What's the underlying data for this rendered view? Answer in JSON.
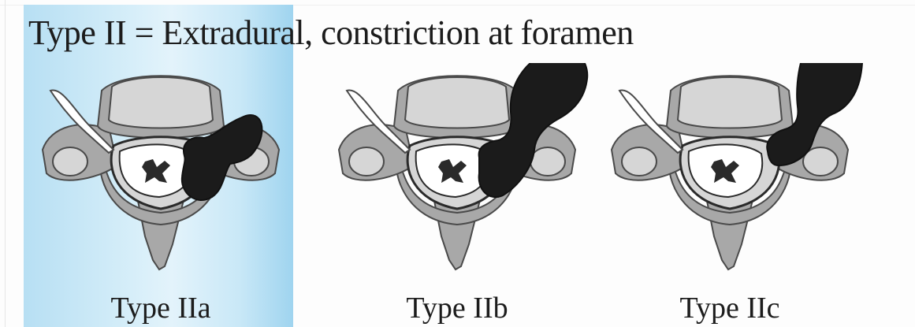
{
  "title": "Type II = Extradural, constriction at foramen",
  "panels": [
    {
      "label": "Type IIa"
    },
    {
      "label": "Type IIb"
    },
    {
      "label": "Type IIc"
    }
  ],
  "colors": {
    "highlight": "#bfe4f6",
    "bone": "#a8a8a8",
    "bone_light": "#d6d6d6",
    "outline": "#4a4a4a",
    "cyst": "#1b1b1b"
  }
}
